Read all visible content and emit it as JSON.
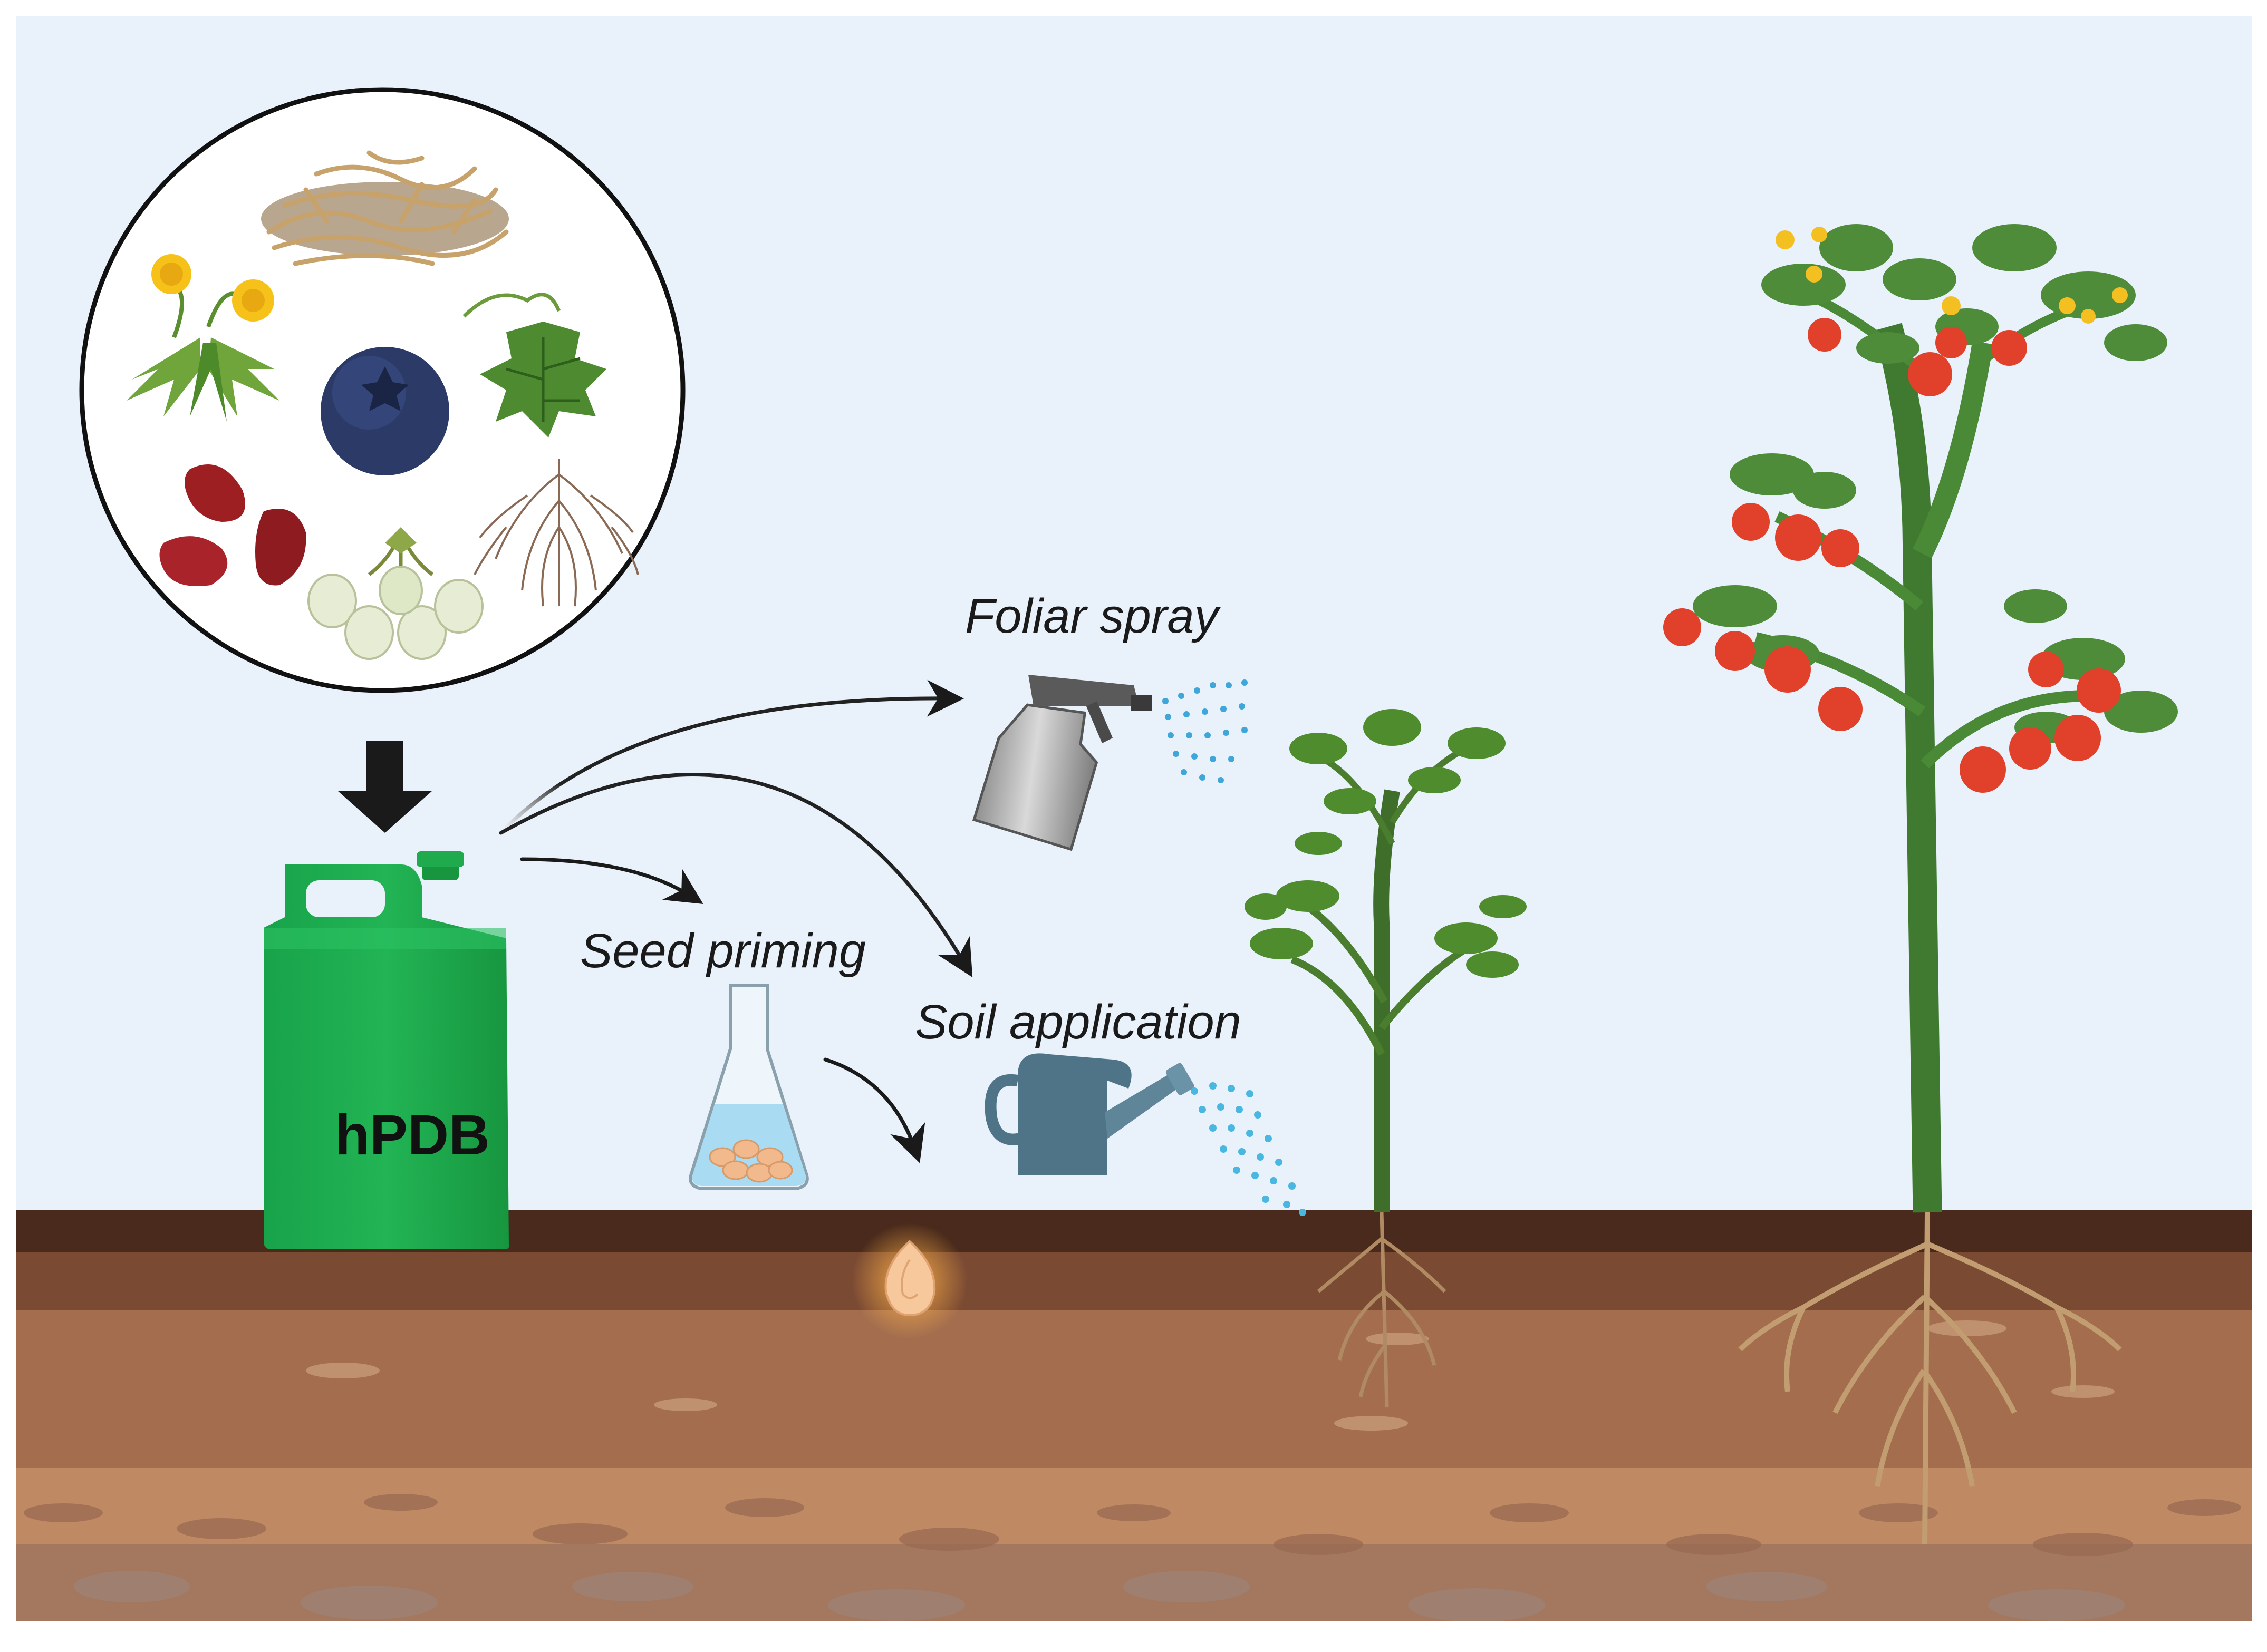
{
  "labels": {
    "foliar_spray": "Foliar spray",
    "seed_priming": "Seed priming",
    "soil_application": "Soil application",
    "product": "hPDB"
  },
  "colors": {
    "sky": "#e9f1fb",
    "soil_top": "#4a2a1c",
    "soil_mid": "#7b4a33",
    "soil_low": "#a46e4e",
    "soil_deep": "#bf8a63",
    "jug_green": "#1faa4d",
    "leaf_green": "#4a8c2c",
    "tomato_red": "#e1402a",
    "water_blue": "#49b7e0"
  },
  "icons": [
    "dry-roots-icon",
    "dandelion-icon",
    "blueberry-icon",
    "grape-leaf-icon",
    "kidney-beans-icon",
    "root-system-icon",
    "blueberry-flowers-icon",
    "down-arrow-icon",
    "jug-icon",
    "spray-bottle-icon",
    "flask-icon",
    "watering-can-icon",
    "seed-icon",
    "seedling-icon",
    "tomato-plant-icon"
  ]
}
